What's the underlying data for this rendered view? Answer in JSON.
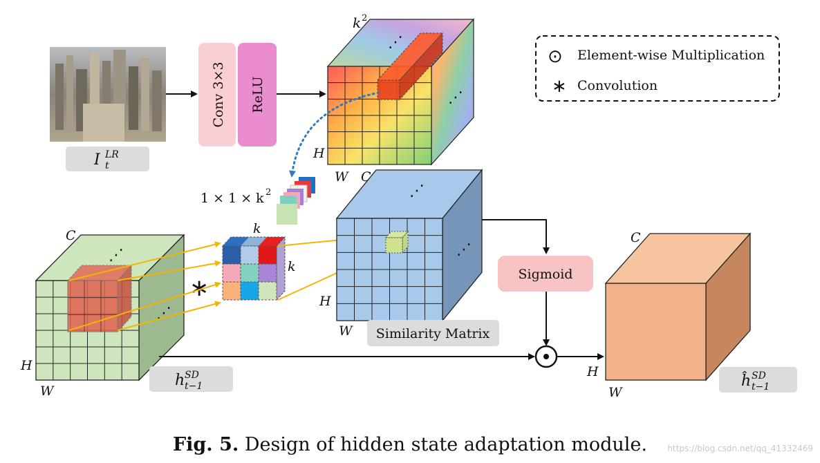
{
  "labels": {
    "input_label": "I",
    "input_sup": "LR",
    "input_sub": "t",
    "conv_label": "Conv 3×3",
    "relu_label": "ReLU",
    "filter_shape": "1 × 1 × k",
    "filter_shape_exp": "2",
    "k_squared": "k",
    "k_squared_exp": "2",
    "k_kernel_top": "k",
    "k_kernel_side": "k",
    "sigmoid_label": "Sigmoid",
    "similarity_label": "Similarity Matrix",
    "hidden_in_main": "h",
    "hidden_in_sup": "SD",
    "hidden_in_sub": "t−1",
    "hidden_out_main": "ĥ",
    "hidden_out_sup": "SD",
    "hidden_out_sub": "t−1",
    "dim_C": "C",
    "dim_H": "H",
    "dim_W": "W",
    "ellipsis": "⋰",
    "conv_op": "∗"
  },
  "legend": {
    "items": [
      {
        "symbol": "⊙",
        "label": "Element-wise Multiplication"
      },
      {
        "symbol": "∗",
        "label": "Convolution"
      }
    ]
  },
  "caption": {
    "prefix": "Fig. 5.",
    "text": " Design of hidden state adaptation module."
  },
  "watermark": "https://blog.csdn.net/qq_41332469",
  "colors": {
    "conv_fill": "#f9cfd3",
    "relu_fill": "#ea8ccd",
    "green_face": "#cde6be",
    "green_side": "#9db98f",
    "blue_face": "#a9c9ea",
    "blue_side": "#7795b8",
    "orange_face": "#f3b189",
    "orange_side": "#c6875e",
    "arrow_yellow": "#f5b400",
    "arrow_blue": "#2f7bbd",
    "label_box": "#dcdcdc",
    "sigmoid_fill": "#f7c3c3"
  }
}
